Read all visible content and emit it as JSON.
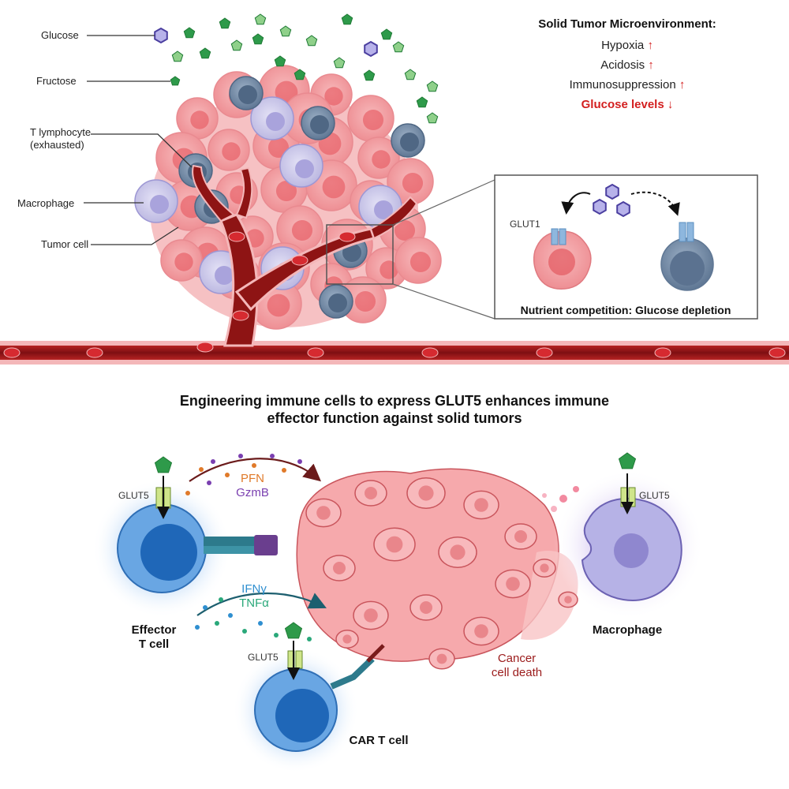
{
  "labels": {
    "glucose": "Glucose",
    "fructose": "Fructose",
    "t_lymphocyte": "T lymphocyte",
    "exhausted": "(exhausted)",
    "macrophage": "Macrophage",
    "tumor_cell": "Tumor cell"
  },
  "legend": {
    "title": "Solid Tumor Microenvironment:",
    "items": [
      {
        "text": "Hypoxia",
        "trend": "up"
      },
      {
        "text": "Acidosis",
        "trend": "up"
      },
      {
        "text": "Immunosuppression",
        "trend": "up"
      },
      {
        "text": "Glucose levels",
        "trend": "down"
      }
    ]
  },
  "inset": {
    "glut1": "GLUT1",
    "caption": "Nutrient competition: Glucose depletion"
  },
  "bottom": {
    "title_line1": "Engineering immune cells to express GLUT5 enhances immune",
    "title_line2": "effector function against solid tumors",
    "glut5": "GLUT5",
    "pfn": "PFN",
    "gzmb": "GzmB",
    "ifng": "IFNγ",
    "tnfa": "TNFα",
    "effector_line1": "Effector",
    "effector_line2": "T cell",
    "macrophage": "Macrophage",
    "car_t": "CAR T cell",
    "death_line1": "Cancer",
    "death_line2": "cell death"
  },
  "colors": {
    "glucose": "#4b3fa0",
    "fructose": "#2e9a4a",
    "tumor": "#f2a3a6",
    "vessel": "#8e1414",
    "tcell": "#6d84a0",
    "macrophage": "#c9c6ea",
    "effector": "#4c8fd4",
    "alert": "#d31f1f"
  }
}
